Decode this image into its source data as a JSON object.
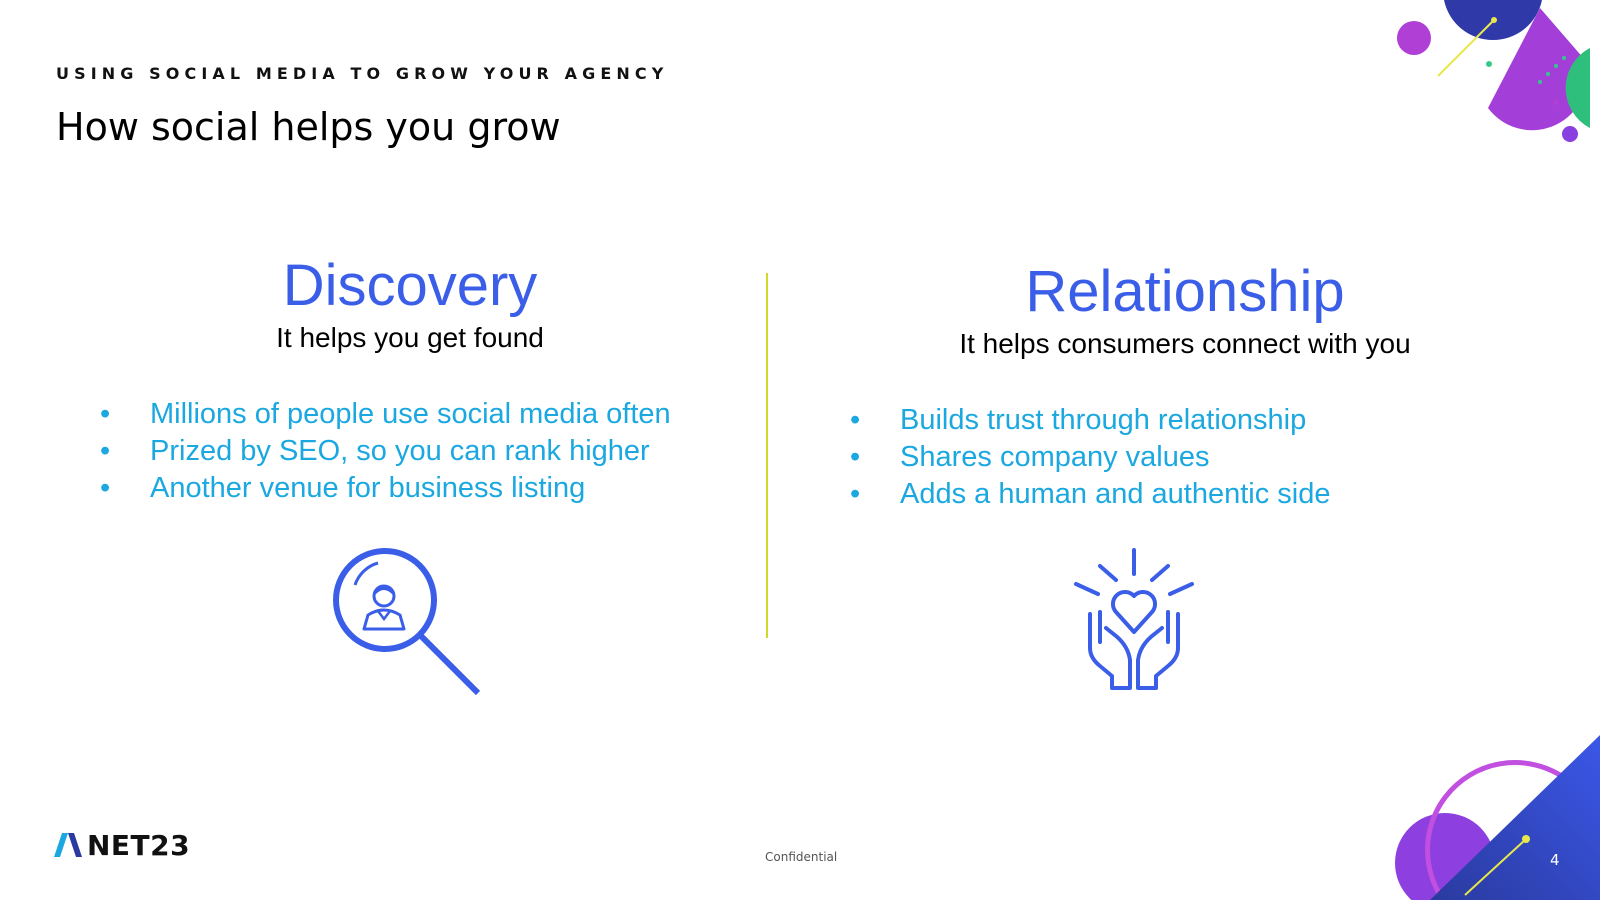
{
  "slide": {
    "eyebrow": "USING SOCIAL MEDIA TO GROW YOUR AGENCY",
    "title": "How social helps you grow"
  },
  "left": {
    "heading": "Discovery",
    "subheading": "It helps you get found",
    "bullets": [
      "Millions of people use social media often",
      "Prized by SEO, so you can rank higher",
      "Another venue for business listing"
    ],
    "icon": "search-person-icon"
  },
  "right": {
    "heading": "Relationship",
    "subheading": "It helps consumers connect with you",
    "bullets": [
      "Builds trust through relationship",
      "Shares company values",
      "Adds a human and authentic side"
    ],
    "icon": "hands-heart-icon"
  },
  "footer": {
    "logo_text": "NET23",
    "confidential": "Confidential",
    "page_number": "4"
  },
  "colors": {
    "heading": "#3b5ee8",
    "bullet": "#1ba8e0",
    "divider": "#d3d92a",
    "accent_purple": "#9b3fd6",
    "accent_navy": "#2a3a9e",
    "accent_green": "#34c98a",
    "accent_yellow": "#e8e84a"
  }
}
